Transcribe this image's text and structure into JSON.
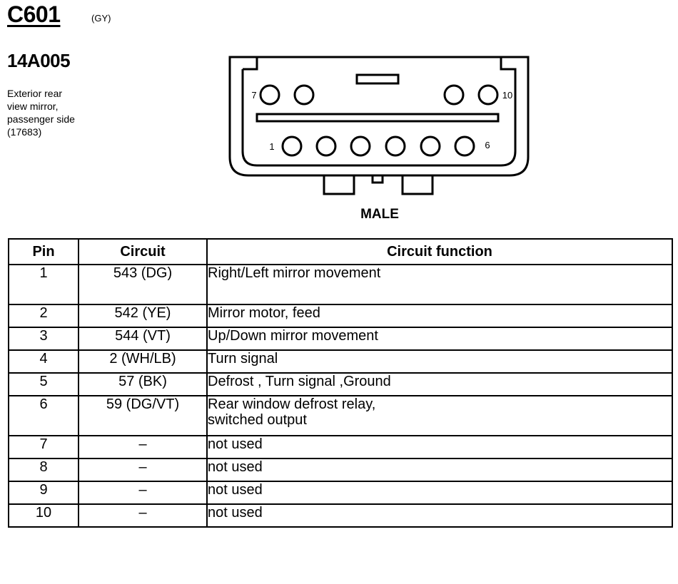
{
  "connector": {
    "id": "C601",
    "color_code": "(GY)",
    "part_number": "14A005",
    "description_lines": [
      "Exterior rear",
      "view mirror,",
      "passenger side",
      "(17683)"
    ],
    "gender": "MALE",
    "pin_labels": {
      "p7": "7",
      "p10": "10",
      "p1": "1",
      "p6": "6"
    }
  },
  "table": {
    "headers": {
      "pin": "Pin",
      "circuit": "Circuit",
      "function": "Circuit function"
    },
    "rows": [
      {
        "pin": "1",
        "circuit": "543 (DG)",
        "function": [
          "Right/Left mirror movement"
        ]
      },
      {
        "pin": "2",
        "circuit": "542 (YE)",
        "function": [
          "Mirror motor, feed"
        ]
      },
      {
        "pin": "3",
        "circuit": "544 (VT)",
        "function": [
          "Up/Down mirror movement"
        ]
      },
      {
        "pin": "4",
        "circuit": "2 (WH/LB)",
        "function": [
          "Turn signal"
        ]
      },
      {
        "pin": "5",
        "circuit": "57 (BK)",
        "function": [
          "Defrost  , Turn signal ,Ground"
        ]
      },
      {
        "pin": "6",
        "circuit": "59 (DG/VT)",
        "function": [
          "Rear window defrost relay,",
          "switched output"
        ]
      },
      {
        "pin": "7",
        "circuit": "–",
        "function": [
          "not used"
        ]
      },
      {
        "pin": "8",
        "circuit": "–",
        "function": [
          "not used"
        ]
      },
      {
        "pin": "9",
        "circuit": "–",
        "function": [
          "not used"
        ]
      },
      {
        "pin": "10",
        "circuit": "–",
        "function": [
          "not used"
        ]
      }
    ]
  }
}
